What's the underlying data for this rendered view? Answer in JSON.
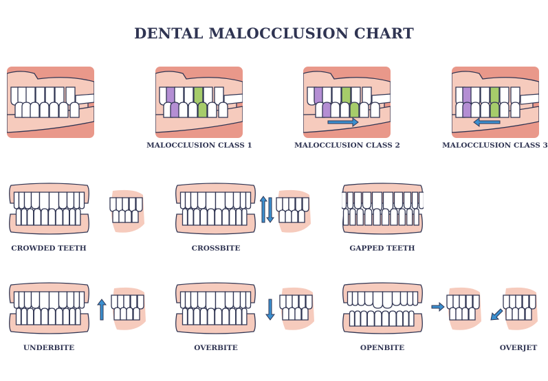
{
  "title": "DENTAL MALOCCLUSION CHART",
  "colors": {
    "gum": "#f6cbbd",
    "cheek": "#e9988a",
    "outline": "#2f3452",
    "tooth": "#ffffff",
    "purple": "#b48ed3",
    "green": "#a6cc6a",
    "arrow": "#3b8fcf"
  },
  "row1": [
    {
      "label": "",
      "highlight": false,
      "arrow": "none"
    },
    {
      "label": "MALOCCLUSION CLASS 1",
      "highlight": true,
      "arrow": "none"
    },
    {
      "label": "MALOCCLUSION CLASS 2",
      "highlight": true,
      "arrow": "right"
    },
    {
      "label": "MALOCCLUSION CLASS 3",
      "highlight": true,
      "arrow": "left"
    }
  ],
  "row2": [
    {
      "label": "CROWDED TEETH",
      "arrow": "none"
    },
    {
      "label": "CROSSBITE",
      "arrow": "updown"
    },
    {
      "label": "GAPPED TEETH",
      "arrow": "none"
    }
  ],
  "row3": [
    {
      "label": "UNDERBITE",
      "arrow": "up"
    },
    {
      "label": "OVERBITE",
      "arrow": "down"
    },
    {
      "label": "OPENBITE",
      "arrow": "right"
    },
    {
      "label": "OVERJET",
      "arrow": "downleft"
    }
  ]
}
